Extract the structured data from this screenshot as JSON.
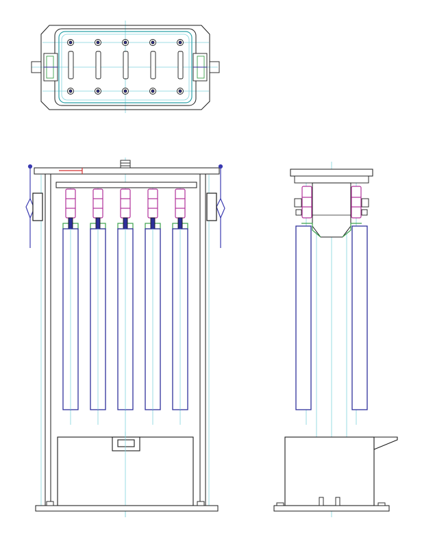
{
  "drawing": {
    "views": [
      "top-view",
      "front-view",
      "side-view"
    ],
    "tube_count": 5,
    "top_view_grid": {
      "rows": 2,
      "columns": 5
    },
    "colors": {
      "outline": "#1a1a1a",
      "centerline": "#7fd3dc",
      "tube": "#2e2f9a",
      "clamp": "#b0309a",
      "fitting": "#3aa04a",
      "accent": "#d43030",
      "latch": "#3a3ab0",
      "light": "#bfc6cc"
    }
  }
}
